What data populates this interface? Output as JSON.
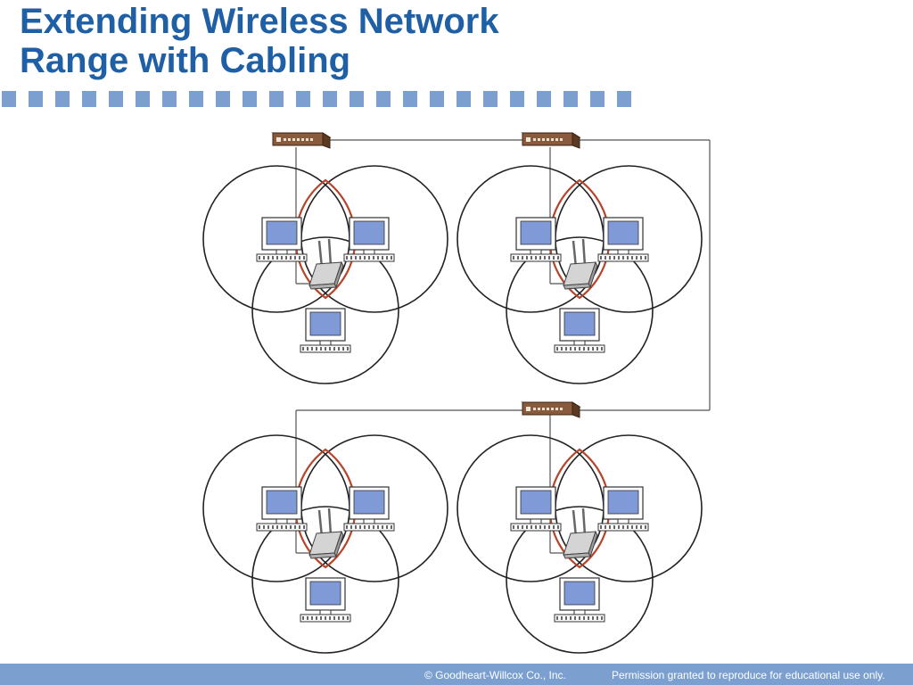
{
  "slide": {
    "title_line1": "Extending Wireless Network",
    "title_line2": "Range with Cabling"
  },
  "footer": {
    "copyright": "© Goodheart-Willcox Co., Inc.",
    "permission": "Permission granted to reproduce for educational use only."
  },
  "colors": {
    "title": "#1f5fa5",
    "accent_bar": "#7ba0d0",
    "coverage_overlap": "#b5452b",
    "screen": "#7f9ad6",
    "switch_body": "#8a5a3c"
  },
  "diagram": {
    "devices": {
      "switch_icon": "network-switch-icon",
      "access_point_icon": "wireless-access-point-icon",
      "computer_icon": "desktop-computer-icon"
    },
    "switch_count": 3,
    "cell_count": 4,
    "computers_per_cell": 3
  }
}
